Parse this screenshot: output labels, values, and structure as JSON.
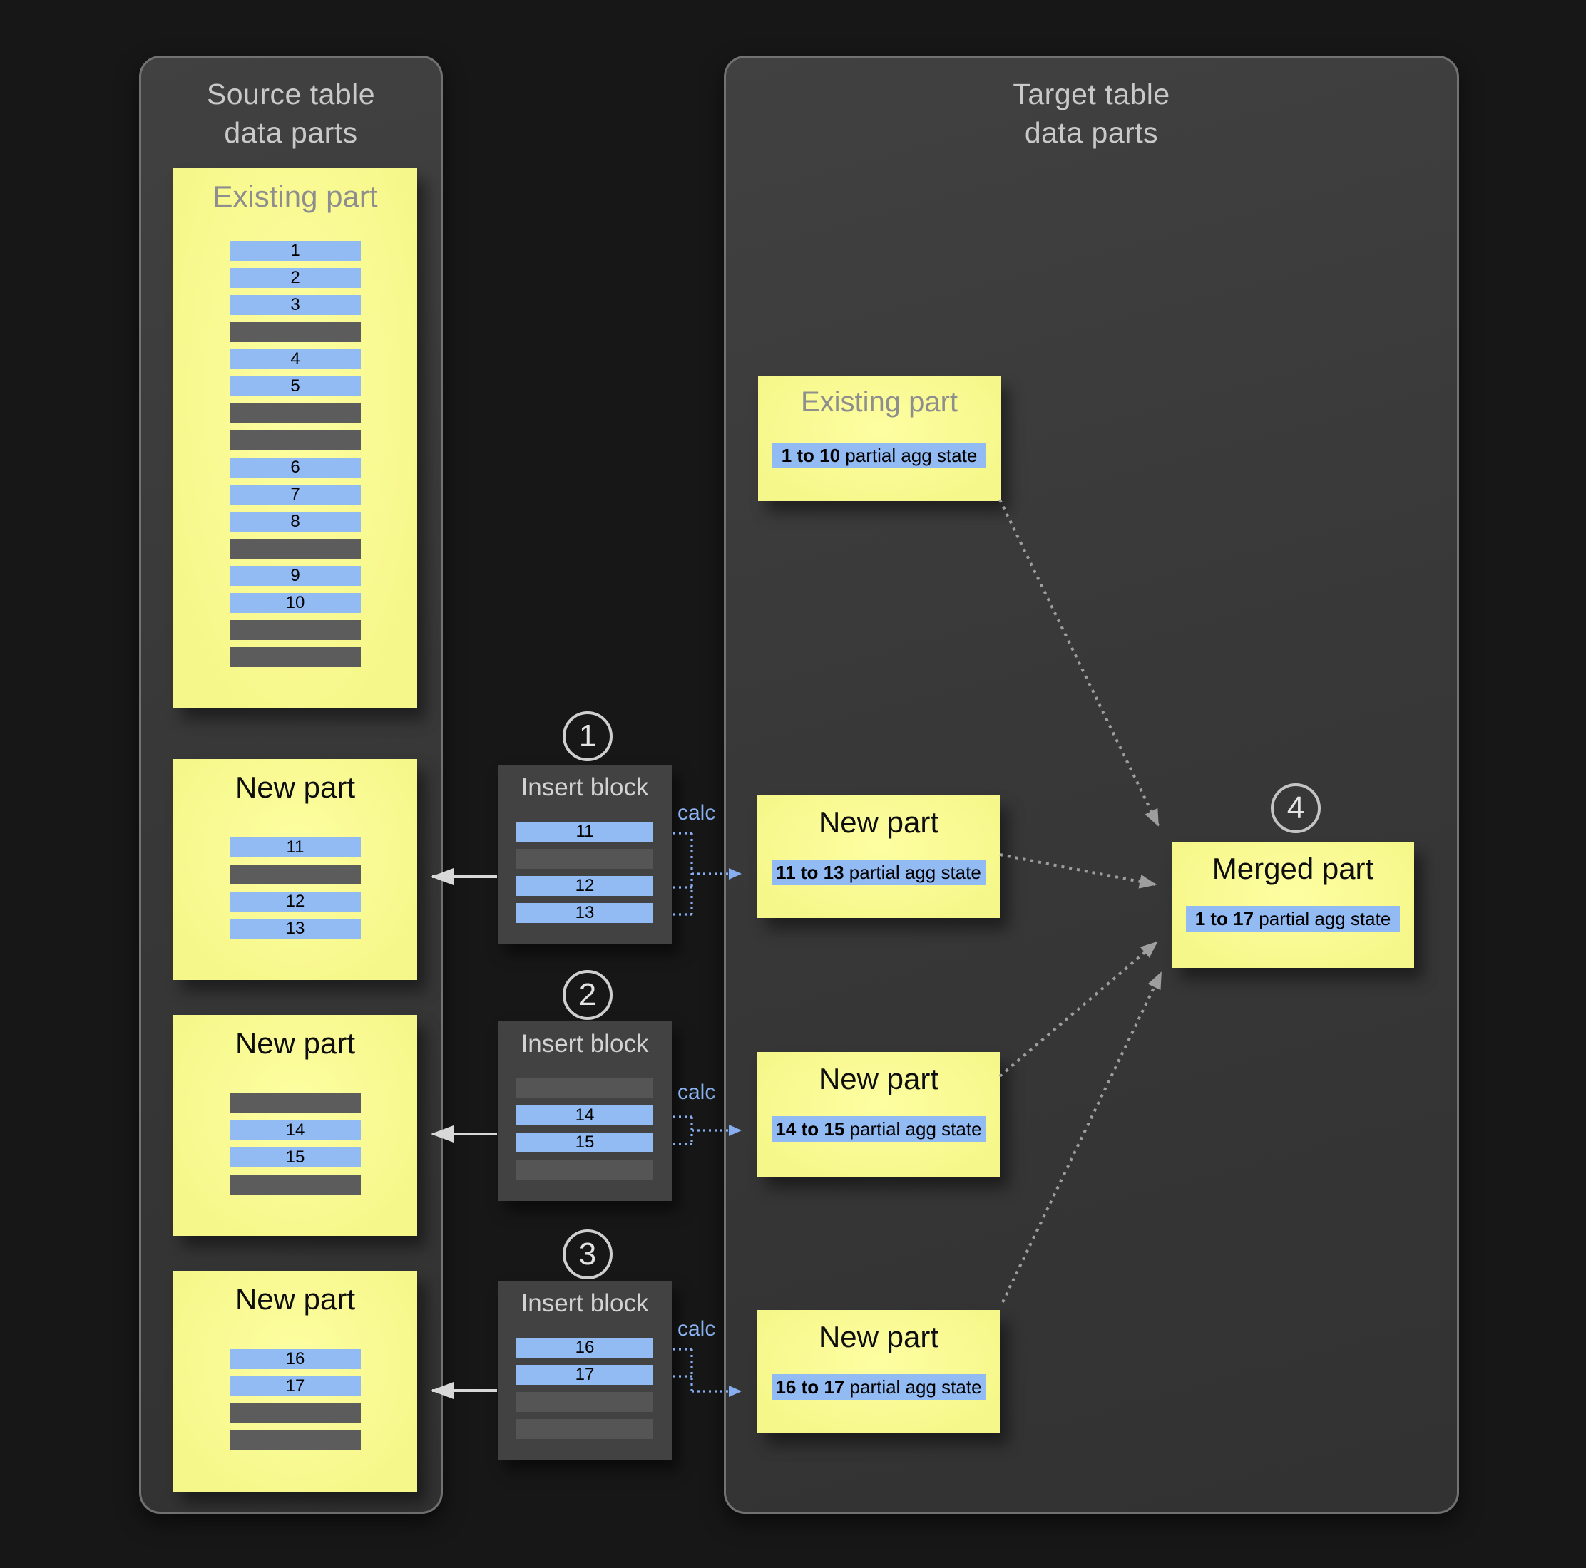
{
  "diagram": {
    "source_panel": {
      "title_line1": "Source table",
      "title_line2": "data parts",
      "existing_part": {
        "title": "Existing part",
        "rows": [
          {
            "type": "data",
            "label": "1"
          },
          {
            "type": "data",
            "label": "2"
          },
          {
            "type": "data",
            "label": "3"
          },
          {
            "type": "empty",
            "label": ""
          },
          {
            "type": "data",
            "label": "4"
          },
          {
            "type": "data",
            "label": "5"
          },
          {
            "type": "empty",
            "label": ""
          },
          {
            "type": "empty",
            "label": ""
          },
          {
            "type": "data",
            "label": "6"
          },
          {
            "type": "data",
            "label": "7"
          },
          {
            "type": "data",
            "label": "8"
          },
          {
            "type": "empty",
            "label": ""
          },
          {
            "type": "data",
            "label": "9"
          },
          {
            "type": "data",
            "label": "10"
          },
          {
            "type": "empty",
            "label": ""
          },
          {
            "type": "empty",
            "label": ""
          }
        ]
      },
      "new_parts": [
        {
          "title": "New part",
          "rows": [
            {
              "type": "data",
              "label": "11"
            },
            {
              "type": "empty",
              "label": ""
            },
            {
              "type": "data",
              "label": "12"
            },
            {
              "type": "data",
              "label": "13"
            }
          ]
        },
        {
          "title": "New part",
          "rows": [
            {
              "type": "empty",
              "label": ""
            },
            {
              "type": "data",
              "label": "14"
            },
            {
              "type": "data",
              "label": "15"
            },
            {
              "type": "empty",
              "label": ""
            }
          ]
        },
        {
          "title": "New part",
          "rows": [
            {
              "type": "data",
              "label": "16"
            },
            {
              "type": "data",
              "label": "17"
            },
            {
              "type": "empty",
              "label": ""
            },
            {
              "type": "empty",
              "label": ""
            }
          ]
        }
      ]
    },
    "steps": [
      {
        "number": "1",
        "title": "Insert block",
        "calc_label": "calc",
        "rows": [
          {
            "type": "data",
            "label": "11"
          },
          {
            "type": "empty",
            "label": ""
          },
          {
            "type": "data",
            "label": "12"
          },
          {
            "type": "data",
            "label": "13"
          }
        ]
      },
      {
        "number": "2",
        "title": "Insert block",
        "calc_label": "calc",
        "rows": [
          {
            "type": "empty",
            "label": ""
          },
          {
            "type": "data",
            "label": "14"
          },
          {
            "type": "data",
            "label": "15"
          },
          {
            "type": "empty",
            "label": ""
          }
        ]
      },
      {
        "number": "3",
        "title": "Insert block",
        "calc_label": "calc",
        "rows": [
          {
            "type": "data",
            "label": "16"
          },
          {
            "type": "data",
            "label": "17"
          },
          {
            "type": "empty",
            "label": ""
          },
          {
            "type": "empty",
            "label": ""
          }
        ]
      }
    ],
    "target_panel": {
      "title_line1": "Target table",
      "title_line2": "data parts",
      "existing_part": {
        "title": "Existing part",
        "range": "1 to 10",
        "agg_suffix": " partial agg state"
      },
      "new_parts": [
        {
          "title": "New part",
          "range": "11 to 13",
          "agg_suffix": " partial agg state"
        },
        {
          "title": "New part",
          "range": "14 to 15",
          "agg_suffix": " partial agg state"
        },
        {
          "title": "New part",
          "range": "16 to 17",
          "agg_suffix": " partial agg state"
        }
      ],
      "merged_part": {
        "number": "4",
        "title": "Merged part",
        "range": "1 to 17",
        "agg_suffix": " partial agg state"
      }
    }
  },
  "colors": {
    "bg": "#171717",
    "panel-title": "#c9c9c9",
    "part-yellow": "#f6f78a",
    "part-yellow-light": "#fdfea1",
    "muted-title": "#8e8e8e",
    "row-blue": "#92bbf4",
    "row-gray": "#5c5c5c",
    "calc-blue": "#8ab3f2",
    "arrow-light": "#d8d8d8",
    "arrow-gray": "#9e9e9e"
  }
}
